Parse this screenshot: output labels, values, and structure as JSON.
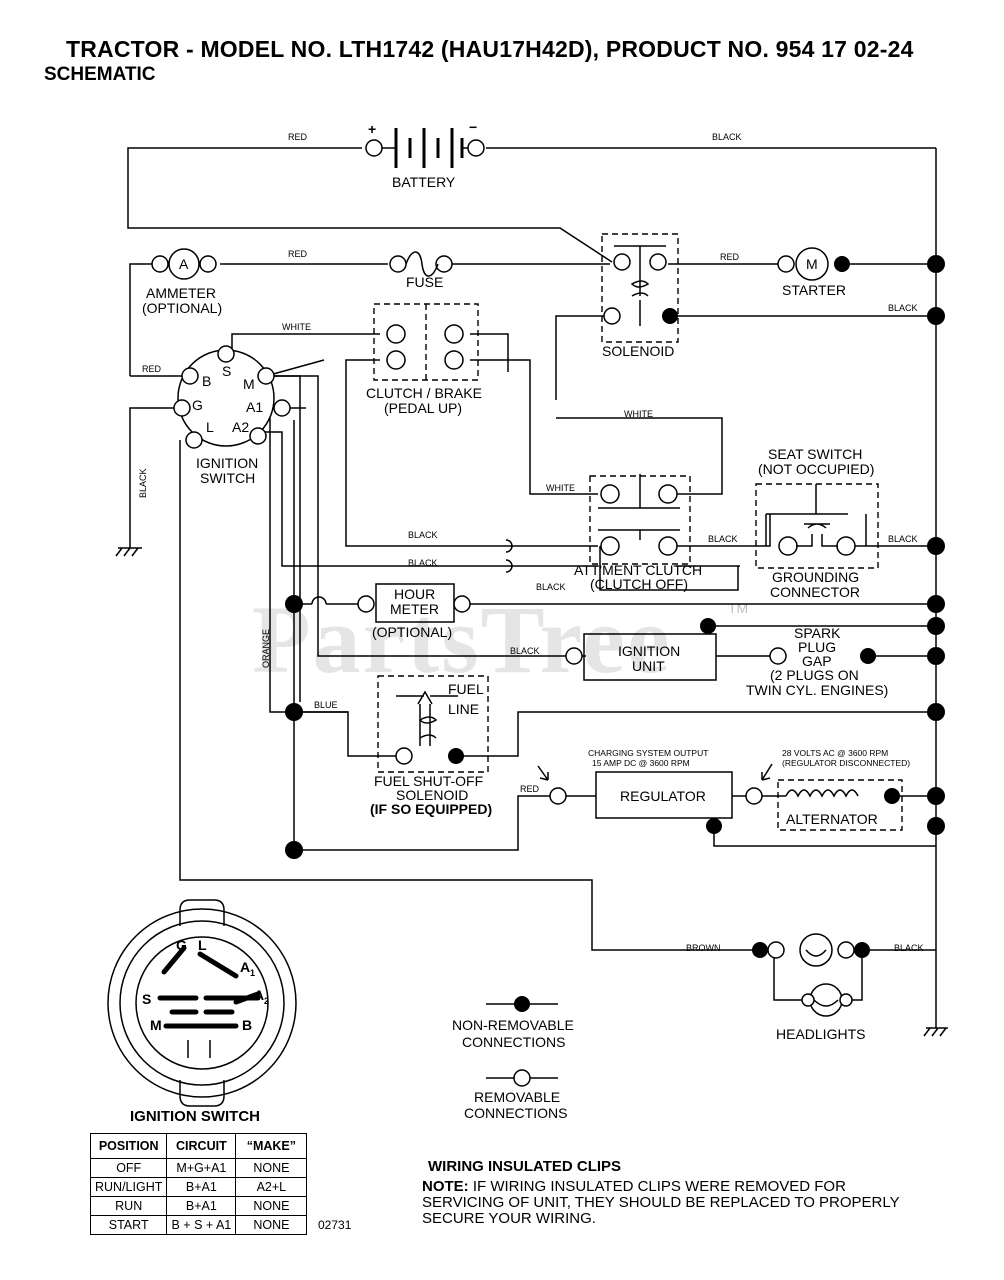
{
  "header": {
    "title": "TRACTOR - MODEL NO. LTH1742 (HAU17H42D), PRODUCT NO. 954 17 02-24",
    "subtitle": "SCHEMATIC"
  },
  "watermark": {
    "text": "PartsTree",
    "tm": "TM"
  },
  "components": {
    "battery": "BATTERY",
    "battery_plus": "+",
    "battery_minus": "−",
    "ammeter": "AMMETER",
    "ammeter_optional": "(OPTIONAL)",
    "ammeter_letter": "A",
    "fuse": "FUSE",
    "solenoid": "SOLENOID",
    "starter": "STARTER",
    "starter_letter": "M",
    "clutch_brake": "CLUTCH / BRAKE",
    "clutch_brake_sub": "(PEDAL UP)",
    "ignition_switch_1": "IGNITION",
    "ignition_switch_2": "SWITCH",
    "seat_switch": "SEAT SWITCH",
    "seat_switch_sub": "(NOT OCCUPIED)",
    "attment_clutch": "ATT'MENT CLUTCH",
    "attment_clutch_sub": "(CLUTCH OFF)",
    "grounding_1": "GROUNDING",
    "grounding_2": "CONNECTOR",
    "hour_meter_1": "HOUR",
    "hour_meter_2": "METER",
    "hour_meter_optional": "(OPTIONAL)",
    "ignition_unit_1": "IGNITION",
    "ignition_unit_2": "UNIT",
    "spark_1": "SPARK",
    "spark_2": "PLUG",
    "spark_3": "GAP",
    "spark_4": "(2 PLUGS ON",
    "spark_5": "TWIN CYL. ENGINES)",
    "fuel_line_1": "FUEL",
    "fuel_line_2": "LINE",
    "fuel_solenoid_1": "FUEL SHUT-OFF",
    "fuel_solenoid_2": "SOLENOID",
    "fuel_solenoid_3": "(IF SO EQUIPPED)",
    "regulator": "REGULATOR",
    "alternator": "ALTERNATOR",
    "charging_1": "CHARGING SYSTEM OUTPUT",
    "charging_2": "15 AMP DC @ 3600 RPM",
    "volts_1": "28 VOLTS AC @ 3600 RPM",
    "volts_2": "(REGULATOR DISCONNECTED)",
    "headlights": "HEADLIGHTS"
  },
  "terminals": {
    "B": "B",
    "S": "S",
    "M": "M",
    "G": "G",
    "L": "L",
    "A1": "A1",
    "A2": "A2"
  },
  "wire_labels": {
    "red_battery": "RED",
    "black_battery": "BLACK",
    "red_fuse": "RED",
    "red_starter": "RED",
    "black_solenoid": "BLACK",
    "white_clutch": "WHITE",
    "red_ign": "RED",
    "black_ground": "BLACK",
    "white_solenoid": "WHITE",
    "white_attment": "WHITE",
    "black_attment1": "BLACK",
    "black_attment2": "BLACK",
    "black_seat_left": "BLACK",
    "black_seat_right": "BLACK",
    "black_attment3": "BLACK",
    "black_ignunit": "BLACK",
    "orange": "ORANGE",
    "blue": "BLUE",
    "red_reg": "RED",
    "brown": "BROWN",
    "black_head": "BLACK"
  },
  "legend": {
    "non_removable_1": "NON-REMOVABLE",
    "non_removable_2": "CONNECTIONS",
    "removable_1": "REMOVABLE",
    "removable_2": "CONNECTIONS"
  },
  "ignition_face": {
    "G": "G",
    "L": "L",
    "A1": "A",
    "A1sub": "1",
    "A2": "A",
    "A2sub": "2",
    "S": "S",
    "M": "M",
    "B": "B"
  },
  "ignition_table": {
    "title": "IGNITION SWITCH",
    "headers": [
      "POSITION",
      "CIRCUIT",
      "“MAKE”"
    ],
    "rows": [
      [
        "OFF",
        "M+G+A1",
        "NONE"
      ],
      [
        "RUN/LIGHT",
        "B+A1",
        "A2+L"
      ],
      [
        "RUN",
        "B+A1",
        "NONE"
      ],
      [
        "START",
        "B + S + A1",
        "NONE"
      ]
    ]
  },
  "figure_number": "02731",
  "clips": {
    "title": "WIRING INSULATED CLIPS",
    "note_label": "NOTE:",
    "note_text": " IF WIRING INSULATED CLIPS WERE REMOVED FOR SERVICING OF UNIT, THEY SHOULD BE REPLACED TO PROPERLY SECURE YOUR WIRING."
  }
}
